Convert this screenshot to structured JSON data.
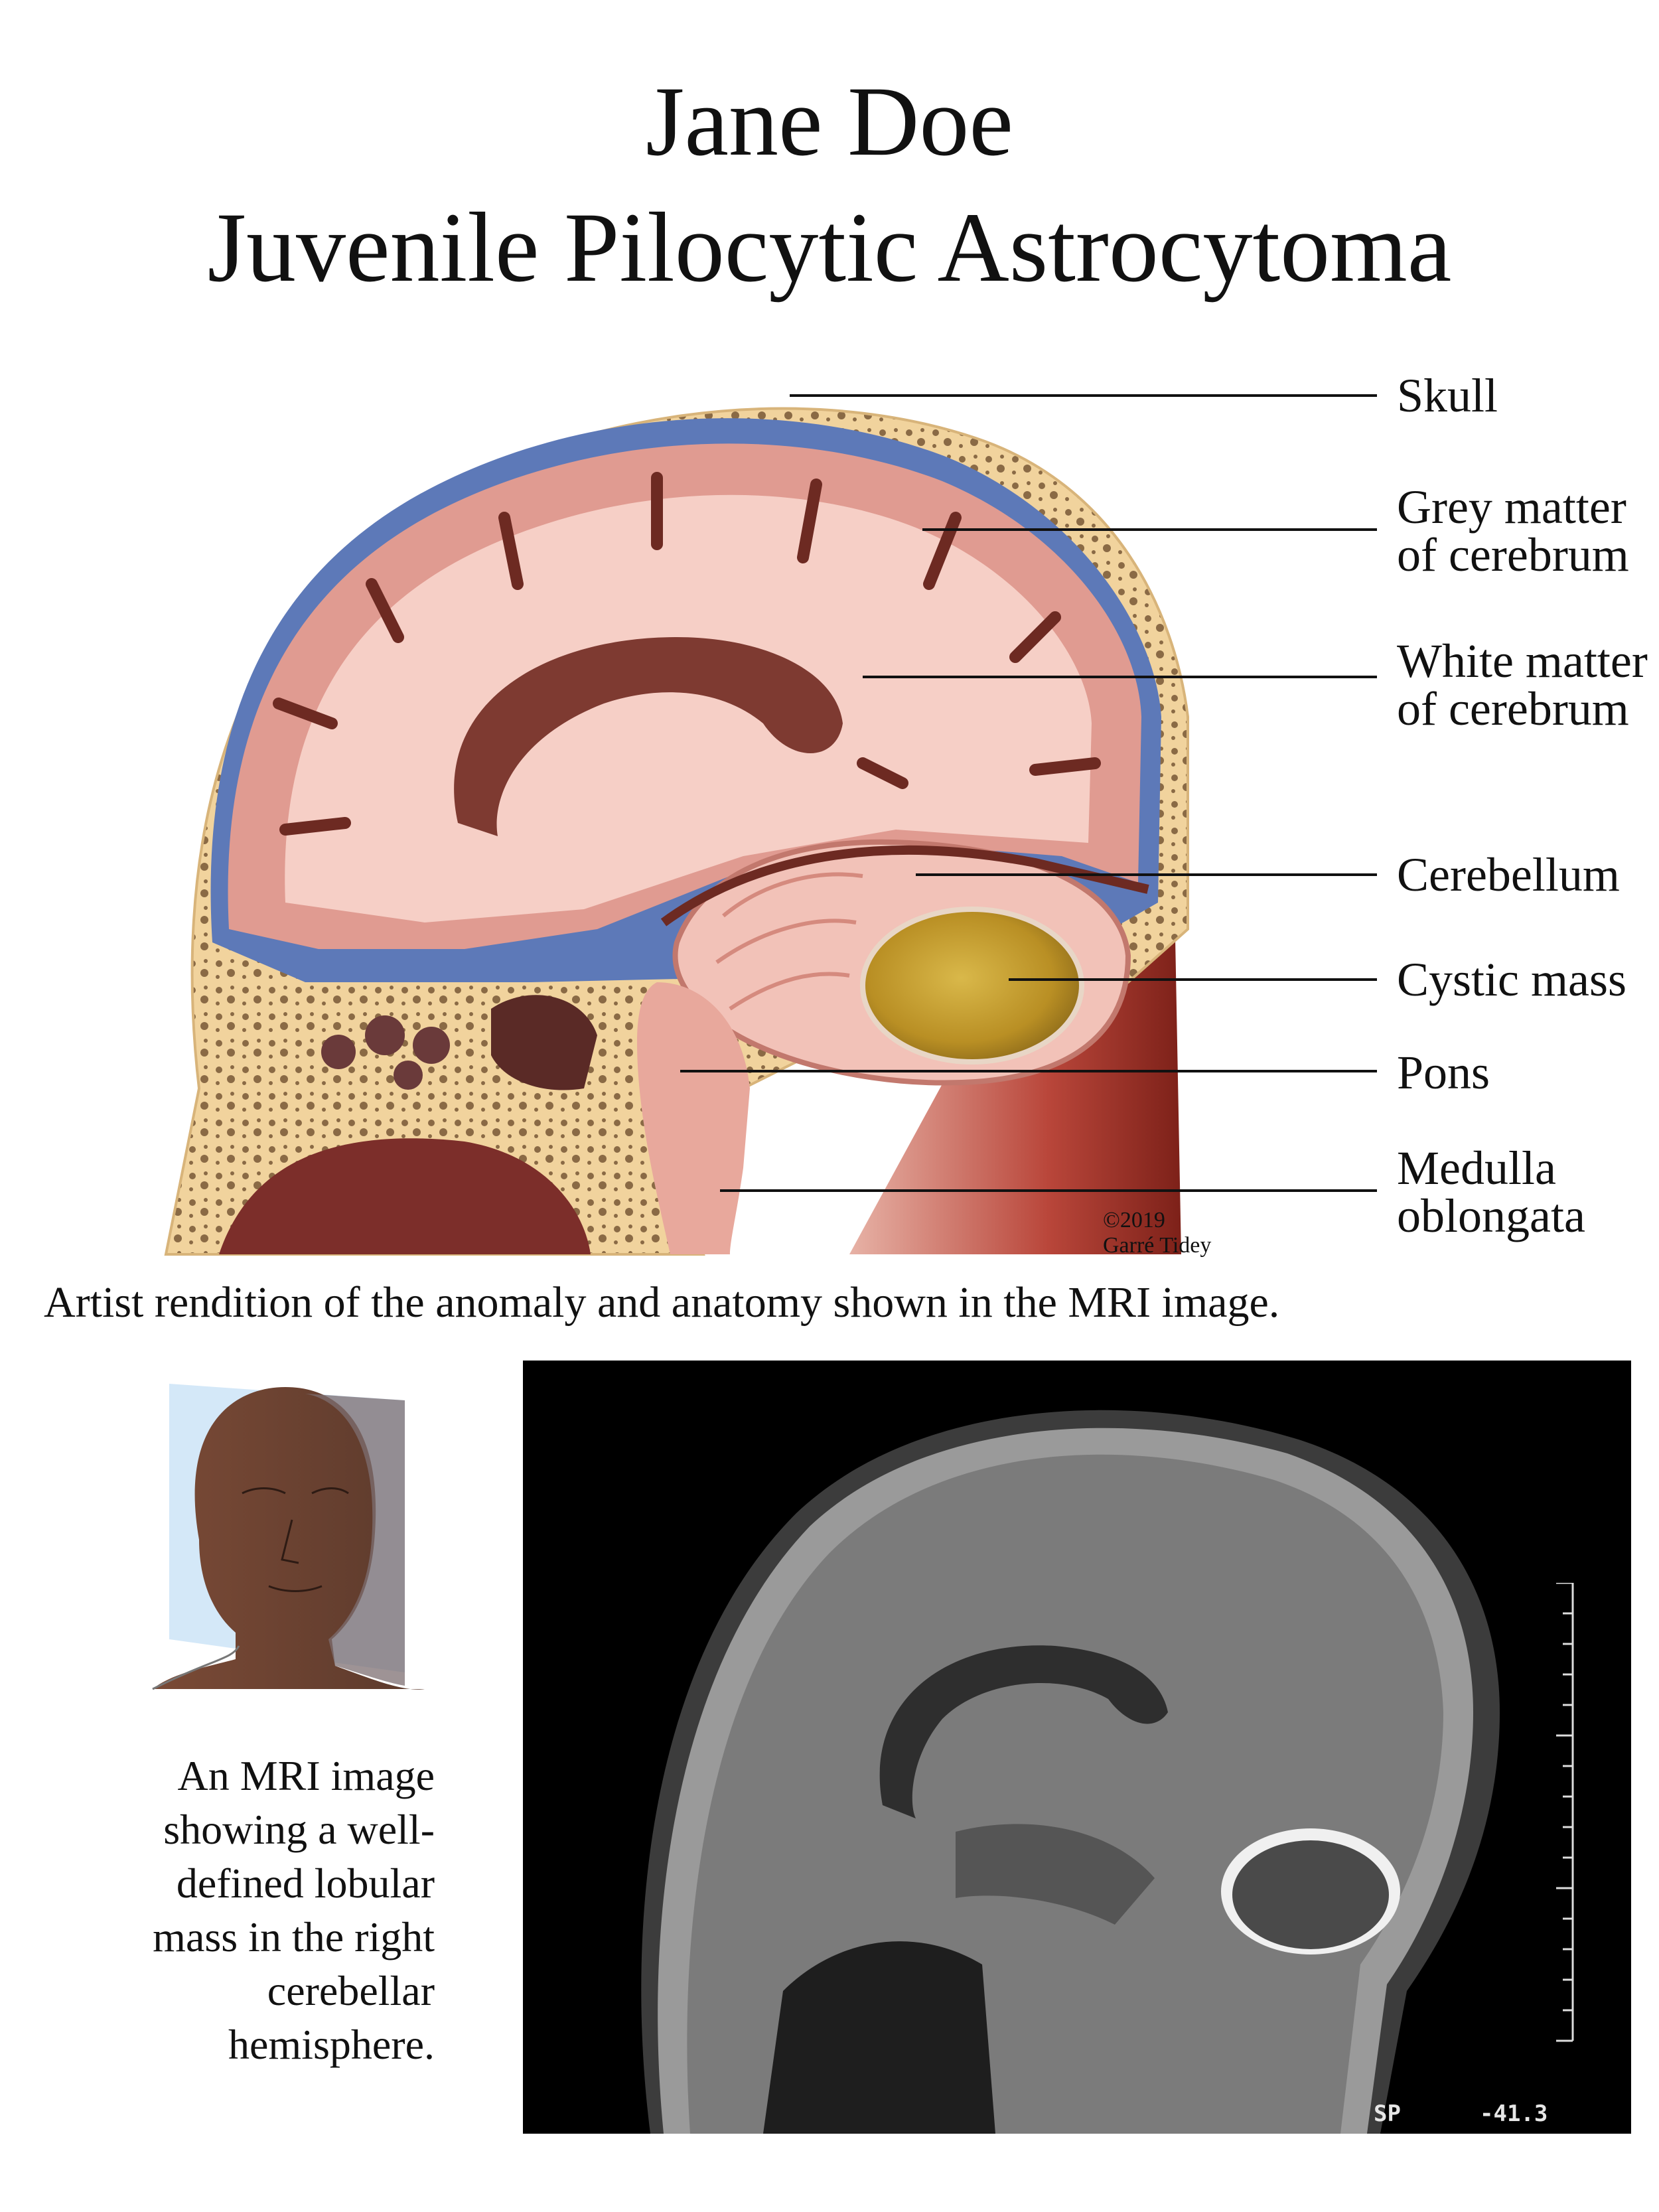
{
  "title": {
    "name": "Jane Doe",
    "diagnosis": "Juvenile Pilocytic Astrocytoma"
  },
  "labels": [
    "Skull",
    "Grey matter\nof cerebrum",
    "White matter\nof cerebrum",
    "Cerebellum",
    "Cystic mass",
    "Pons",
    "Medulla\noblongata"
  ],
  "copyright": "©2019\nGarré Tidey",
  "caption": "Artist rendition of the anomaly and anatomy shown in the MRI image.",
  "mri_description": "An MRI image showing a well-defined lobular mass in the right cerebellar hemisphere.",
  "mri_overlay": {
    "left_code": "SP",
    "right_value": "-41.3"
  },
  "colors": {
    "bone": "#f1d39d",
    "grey_matter": "#e09b91",
    "white_matter": "#f6cfc6",
    "dura": "#5d79b8",
    "cyst": "#c8a43a",
    "muscle": "#b23b33",
    "skin": "#6b4434",
    "plane": "#cfe6f7"
  }
}
